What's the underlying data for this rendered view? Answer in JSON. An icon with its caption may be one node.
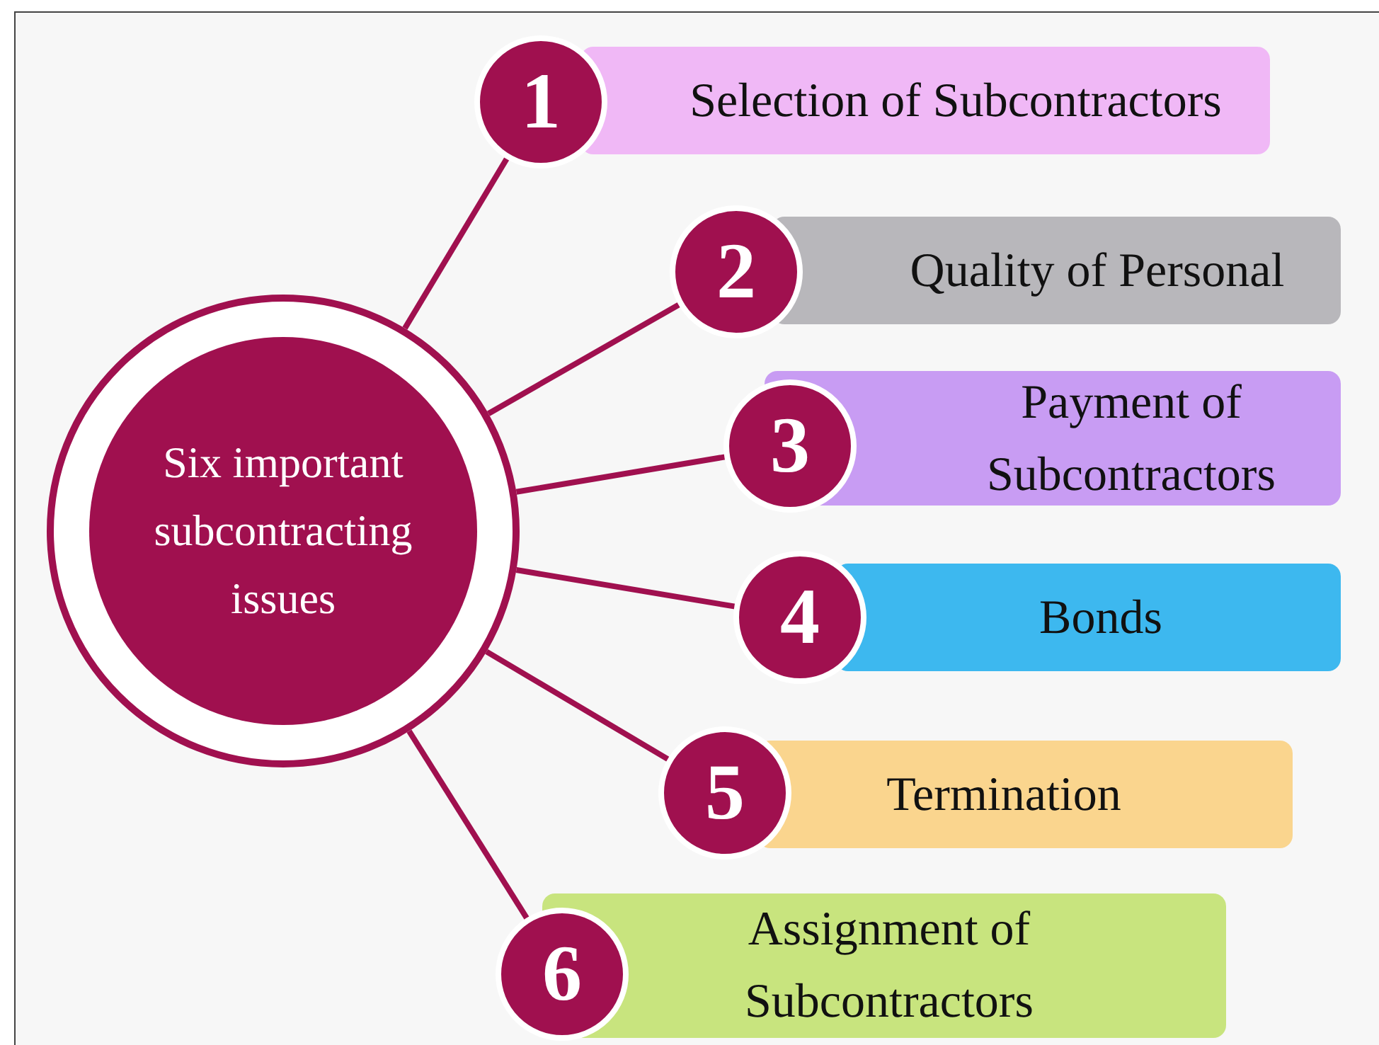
{
  "diagram": {
    "nodes": [
      {
        "text": [
          "Six important subcontracting issues"
        ]
      },
      {
        "text": [
          "1",
          "Selection of Subcontractors"
        ]
      },
      {
        "text": [
          "2",
          "Quality of Personal"
        ]
      },
      {
        "text": [
          "3",
          "Payment of Subcontractors"
        ]
      },
      {
        "text": [
          "4",
          "Bonds"
        ]
      },
      {
        "text": [
          "5",
          "Termination"
        ]
      },
      {
        "text": [
          "6",
          "Assignment of Subcontractors"
        ]
      }
    ],
    "edges": [
      {
        "from": 0,
        "to": 1,
        "arrow": "none"
      },
      {
        "from": 0,
        "to": 2,
        "arrow": "none"
      },
      {
        "from": 0,
        "to": 3,
        "arrow": "none"
      },
      {
        "from": 0,
        "to": 4,
        "arrow": "none"
      },
      {
        "from": 0,
        "to": 5,
        "arrow": "none"
      },
      {
        "from": 0,
        "to": 6,
        "arrow": "none"
      }
    ]
  }
}
